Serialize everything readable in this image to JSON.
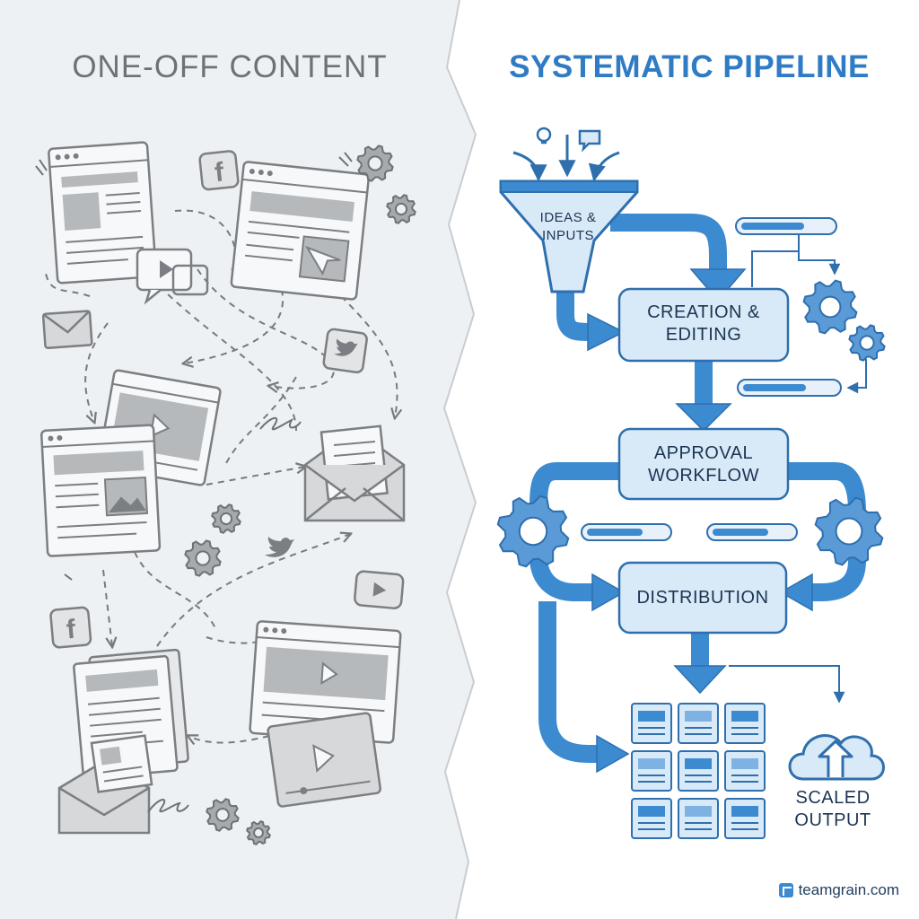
{
  "left": {
    "title": "ONE-OFF CONTENT"
  },
  "right": {
    "title": "SYSTEMATIC PIPELINE",
    "stages": {
      "ideas": "IDEAS & INPUTS",
      "creation": "CREATION & EDITING",
      "approval": "APPROVAL WORKFLOW",
      "distribution": "DISTRIBUTION",
      "output": "SCALED OUTPUT"
    }
  },
  "brand": {
    "text": "teamgrain.com"
  },
  "colors": {
    "left_background": "#eef1f3",
    "left_stroke": "#7b7e82",
    "right_accent": "#3c8ad0",
    "box_fill": "#d8e9f7",
    "box_stroke": "#2f6fae"
  },
  "icons": {
    "left": [
      "browser-window-icon",
      "document-icon",
      "video-player-icon",
      "envelope-icon",
      "facebook-icon",
      "twitter-icon",
      "youtube-icon",
      "chat-bubble-icon",
      "gear-icon",
      "scribble-icon"
    ],
    "right": [
      "funnel-icon",
      "lightbulb-icon",
      "chat-bubble-icon",
      "gear-icon",
      "cloud-upload-icon",
      "progress-bar-icon",
      "output-tile-icon"
    ]
  }
}
